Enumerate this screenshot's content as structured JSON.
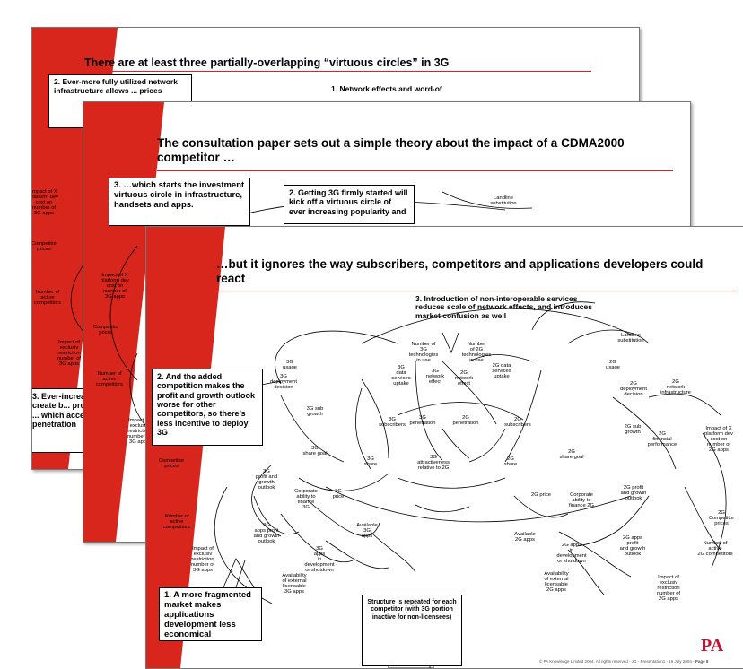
{
  "colors": {
    "accent_red": "#d9261c",
    "rule_red": "#dd2222",
    "logo_red": "#c8102e"
  },
  "slide1": {
    "title": "There are at least three partially-overlapping “virtuous circles” in 3G",
    "callout_2": "2. Ever-more fully utilized network infrastructure allows ... prices",
    "callout_1": "1. Network effects and word-of",
    "callout_3": "3. Ever-increas... users create b... prospects for ... which acceler... penetration",
    "nodes": [
      "Impact of X\nplatform dev\ncost on\nnumber of\n3G apps",
      "Competitor\nprices",
      "Number of\nactive\ncompetitors",
      "Impact of\nexclusiv\nrestriction\nnumber of\n3G apps"
    ]
  },
  "slide2": {
    "title": "The consultation paper sets out a simple theory about the impact of a CDMA2000 competitor …",
    "callout_3": "3.  …which starts the investment virtuous circle in infrastructure, handsets and apps.",
    "callout_2": "2. Getting 3G firmly started will kick off a virtuous circle of ever increasing popularity and",
    "nodes": [
      "Landline\nsubstitution",
      "Impact of X\nplatform dev\ncost on\nnumber of\n3G apps",
      "Competitor\nprices",
      "Number of\nactive\ncompetitors",
      "Impact of\nexclusiv\nrestriction\nnumber of\n3G apps"
    ]
  },
  "slide3": {
    "title": "…but it ignores the way subscribers, competitors and applications developers could react",
    "callout_3": "3. Introduction of non-interoperable services reduces scale of network effects, and introduces market confusion as well",
    "callout_2": "2. And the added competition makes the profit and growth outlook worse for other competitors, so there’s less incentive to deploy 3G",
    "callout_1": "1. A more fragmented market makes applications development less economical",
    "structure_note": "Structure is repeated for each competitor (with 3G portion inactive for non-licensees)",
    "nodes": {
      "landline": "Landline\nsubstitution",
      "num3gtech": "Number of\n3G\ntechnologies\nin use",
      "num2gtech": "Number\nof 2G\ntechnologies\nin use",
      "usage3g": "3G\nusage",
      "deploy3g": "3G\ndeployment\ndecision",
      "data3g": "3G\ndata\nservices\nuptake",
      "neteff3g": "3G\nnetwork\neffect",
      "neteff2g": "2G\nnetwork\neffect",
      "data2g": "2G data\nservices\nuptake",
      "usage2g": "2G\nusage",
      "deploy2g": "2G\ndeployment\ndecision",
      "netinfra2g": "2G\nnetwork\ninfrastructure",
      "subgrowth3g": "3G sub\ngrowth",
      "subs3g": "3G\nsubscribers",
      "pen3g": "3G\npenetration",
      "pen2g": "2G\npenetration",
      "subs2g": "2G\nsubscribers",
      "subgrowth2g": "2G sub\ngrowth",
      "finperf2g": "2G\nfinancial\nperformance",
      "sharegoal3g": "3G\nshare goal",
      "share3g": "3G\nshare",
      "attract": "3G\nattractiveness\nrelative to 2G",
      "share2g": "2G\nshare",
      "sharegoal2g": "2G\nshare goal",
      "xplat2g": "Impact of X\nplatform dev\ncost on\nnumber of\n2G apps",
      "comp_prices_l": "Competitor\nprices",
      "profit3g": "3G\nprofit and\ngrowth\noutlook",
      "corpfin3g": "Corporate\nability to\nfinance\n3G",
      "price3g": "3G\nprice",
      "price2g": "2G price",
      "corpfin2g": "Corporate\nability to\nfinance 2G",
      "profit2g": "2G profit\nand growth\noutlook",
      "comp_prices_r": "2G\nCompetitor\nprices",
      "num_active_l": "Number of\nactive\ncompetitors",
      "apps3gprofit": "3G\napps profit\nand growth\noutlook",
      "avail3g": "Available\n3G\napps",
      "avail2g": "Available\n2G apps",
      "apps2gprofit": "2G apps\nprofit\nand growth\noutlook",
      "num_active_r": "Number of\nactive\n2G competitors",
      "apps3gdev": "3G\napps\nin\ndevelopment\nor shutdown",
      "apps2gdev": "2G apps\nin\ndevelopment\nor shutdown",
      "excl3g": "Impact of\nexclusiv\nrestriction\nnumber of\n3G apps",
      "extlic3g": "Availability\nof external\nlicensable\n3G apps",
      "extlic2g": "Availability\nof external\nlicensable\n2G apps",
      "excl2g": "Impact of\nexclusiv\nrestriction\nnumber of\n2G apps"
    },
    "logo": "PA",
    "footer": "© PA Knowledge Limited 2004. All rights reserved - JG - Presentation1 - 16 July 2004 -",
    "page_label": "Page 8"
  }
}
